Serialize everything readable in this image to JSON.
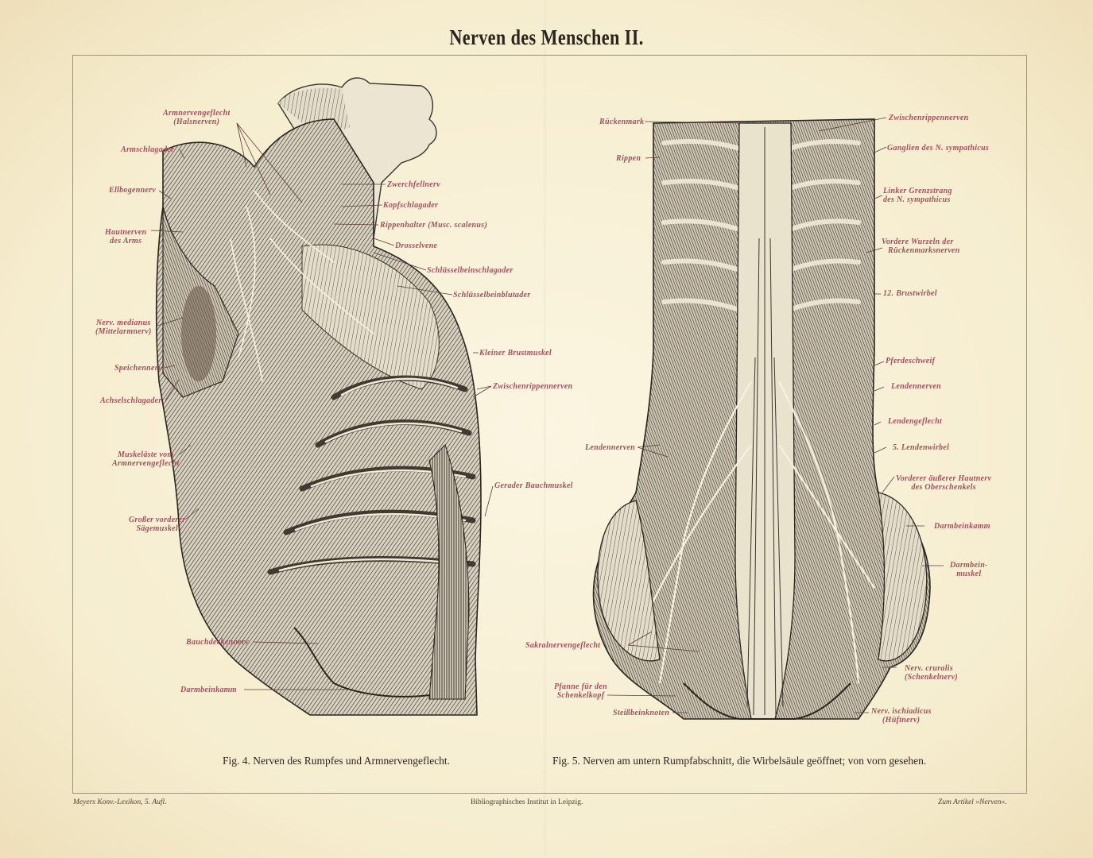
{
  "page": {
    "title": "Nerven des Menschen II.",
    "footer": {
      "left": "Meyers Konv.-Lexikon, 5. Aufl.",
      "center": "Bibliographisches Institut in Leipzig.",
      "right": "Zum Artikel »Nerven«."
    },
    "colors": {
      "paper": "#f8f1d9",
      "label": "#a2505e",
      "ink": "#2a241c",
      "frame": "#9a9380"
    }
  },
  "figures": [
    {
      "id": "fig4",
      "caption": "Fig. 4.   Nerven des Rumpfes und Armnervengeflecht.",
      "labels": [
        {
          "text": "Armnervengeflecht",
          "text2": "(Halsnerven)"
        },
        {
          "text": "Armschlagader"
        },
        {
          "text": "Ellbogennerv"
        },
        {
          "text": "Hautnerven",
          "text2": "des Arms"
        },
        {
          "text": "Nerv. medianus",
          "text2": "(Mittelarmnerv)"
        },
        {
          "text": "Speichennerv"
        },
        {
          "text": "Achselschlagader"
        },
        {
          "text": "Muskeläste vom",
          "text2": "Armnervengeflecht"
        },
        {
          "text": "Großer vorderer",
          "text2": "Sägemuskel"
        },
        {
          "text": "Bauchdeckennerv"
        },
        {
          "text": "Darmbeinkamm"
        },
        {
          "text": "Zwerchfellnerv"
        },
        {
          "text": "Kopfschlagader"
        },
        {
          "text": "Rippenhalter (Musc. scalenus)"
        },
        {
          "text": "Drosselvene"
        },
        {
          "text": "Schlüsselbeinschlagader"
        },
        {
          "text": "Schlüsselbeinblutader"
        },
        {
          "text": "Kleiner Brustmuskel"
        },
        {
          "text": "Zwischenrippennerven"
        },
        {
          "text": "Gerader Bauchmuskel"
        }
      ]
    },
    {
      "id": "fig5",
      "caption": "Fig. 5.  Nerven am untern Rumpfabschnitt, die Wirbelsäule geöffnet; von vorn gesehen.",
      "labels": [
        {
          "text": "Rückenmark"
        },
        {
          "text": "Rippen"
        },
        {
          "text": "Lendennerven"
        },
        {
          "text": "Sakralnervengeflecht"
        },
        {
          "text": "Pfanne für den",
          "text2": "Schenkelkopf"
        },
        {
          "text": "Steißbeinknoten"
        },
        {
          "text": "Zwischenrippennerven"
        },
        {
          "text": "Ganglien des N. sympathicus"
        },
        {
          "text": "Linker Grenzstrang",
          "text2": "des N. sympathicus"
        },
        {
          "text": "Vordere Wurzeln der",
          "text2": "Rückenmarksnerven"
        },
        {
          "text": "12. Brustwirbel"
        },
        {
          "text": "Pferdeschweif"
        },
        {
          "text": "Lendennerven"
        },
        {
          "text": "Lendengeflecht"
        },
        {
          "text": "5. Lendenwirbel"
        },
        {
          "text": "Vorderer äußerer Hautnerv",
          "text2": "des Oberschenkels"
        },
        {
          "text": "Darmbeinkamm"
        },
        {
          "text": "Darmbein-",
          "text2": "muskel"
        },
        {
          "text": "Nerv. cruralis",
          "text2": "(Schenkelnerv)"
        },
        {
          "text": "Nerv. ischiadicus",
          "text2": "(Hüftnerv)"
        }
      ]
    }
  ]
}
